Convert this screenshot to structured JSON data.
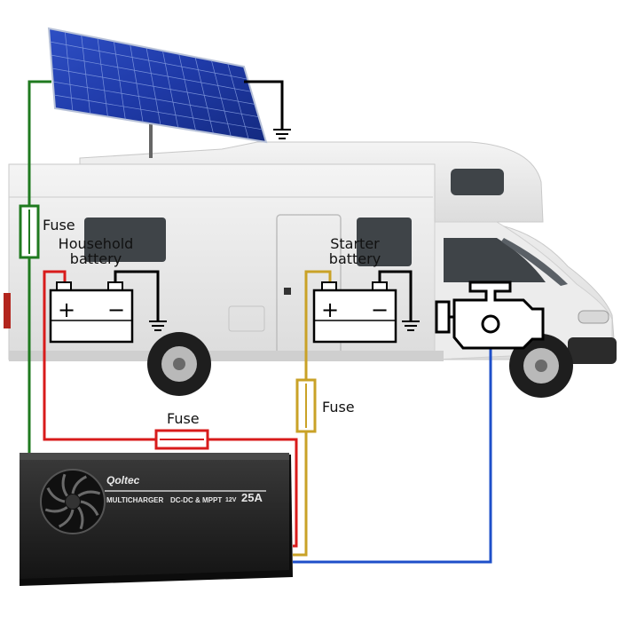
{
  "labels": {
    "fuse_solar": "Fuse",
    "fuse_household": "Fuse",
    "fuse_starter": "Fuse",
    "household_battery": [
      "Household",
      "battery"
    ],
    "starter_battery": [
      "Starter",
      "battery"
    ]
  },
  "battery_terminals": {
    "plus": "+",
    "minus": "−"
  },
  "device": {
    "brand": "Qoltec",
    "model": "MULTICHARGER",
    "type": "DC-DC & MPPT",
    "voltage": "12V",
    "current": "25A"
  },
  "colors": {
    "solar_wire": "#1f7a1f",
    "household_wire": "#d81b1b",
    "starter_wire": "#c9a227",
    "alternator_wire": "#1e4fc9",
    "ground_wire": "#000000"
  }
}
